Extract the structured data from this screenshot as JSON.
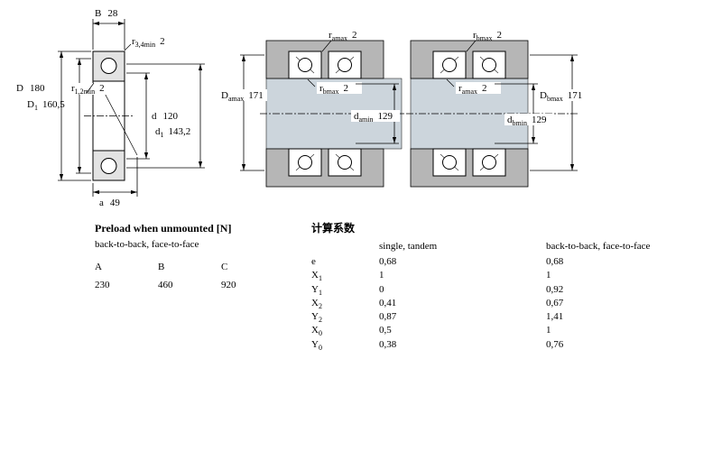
{
  "left": {
    "B": {
      "sym": "B",
      "val": "28"
    },
    "r34": {
      "sym": "r",
      "sub": "3,4min",
      "val": "2"
    },
    "D": {
      "sym": "D",
      "val": "180"
    },
    "D1": {
      "sym": "D",
      "sub": "1",
      "val": "160,5"
    },
    "r12": {
      "sym": "r",
      "sub": "1,2min",
      "val": "2"
    },
    "d": {
      "sym": "d",
      "val": "120"
    },
    "d1": {
      "sym": "d",
      "sub": "1",
      "val": "143,2"
    },
    "a": {
      "sym": "a",
      "val": "49"
    }
  },
  "mid": {
    "ramax": {
      "sym": "r",
      "sub": "amax",
      "val": "2"
    },
    "Damax": {
      "sym": "D",
      "sub": "amax",
      "val": "171"
    },
    "rbmax": {
      "sym": "r",
      "sub": "bmax",
      "val": "2"
    },
    "damin": {
      "sym": "d",
      "sub": "amin",
      "val": "129"
    }
  },
  "right": {
    "rbmax": {
      "sym": "r",
      "sub": "bmax",
      "val": "2"
    },
    "ramax": {
      "sym": "r",
      "sub": "amax",
      "val": "2"
    },
    "dbmin": {
      "sym": "d",
      "sub": "bmin",
      "val": "129"
    },
    "Dbmax": {
      "sym": "D",
      "sub": "bmax",
      "val": "171"
    }
  },
  "colors": {
    "housing": "#b6b6b6",
    "abutment": "#ccd5dc",
    "ring": "#e3e3e3"
  },
  "preload": {
    "title": "Preload when unmounted [N]",
    "subtitle": "back-to-back, face-to-face",
    "cols": [
      "A",
      "B",
      "C"
    ],
    "values": [
      "230",
      "460",
      "920"
    ]
  },
  "factors": {
    "title": "计算系数",
    "col1": "single, tandem",
    "col2": "back-to-back, face-to-face",
    "rows": [
      {
        "sym": "e",
        "sub": "",
        "v1": "0,68",
        "v2": "0,68"
      },
      {
        "sym": "X",
        "sub": "1",
        "v1": "1",
        "v2": "1"
      },
      {
        "sym": "Y",
        "sub": "1",
        "v1": "0",
        "v2": "0,92"
      },
      {
        "sym": "X",
        "sub": "2",
        "v1": "0,41",
        "v2": "0,67"
      },
      {
        "sym": "Y",
        "sub": "2",
        "v1": "0,87",
        "v2": "1,41"
      },
      {
        "sym": "X",
        "sub": "0",
        "v1": "0,5",
        "v2": "1"
      },
      {
        "sym": "Y",
        "sub": "0",
        "v1": "0,38",
        "v2": "0,76"
      }
    ]
  }
}
